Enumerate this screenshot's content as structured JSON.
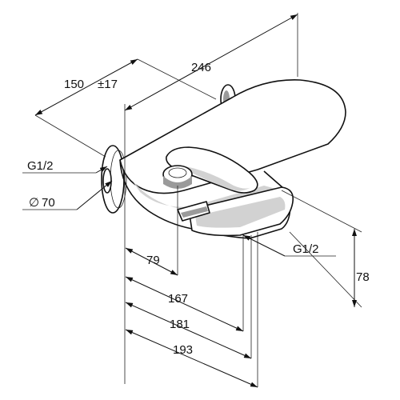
{
  "dimensions": {
    "overall_length": "246",
    "wall_distance": "150",
    "tolerance": "±17",
    "offset_79": "79",
    "offset_167": "167",
    "offset_181": "181",
    "offset_193": "193",
    "height": "78"
  },
  "threads": {
    "inlet": "G1/2",
    "outlet": "G1/2"
  },
  "rosette": {
    "diameter_symbol": "∅",
    "diameter": "70"
  }
}
